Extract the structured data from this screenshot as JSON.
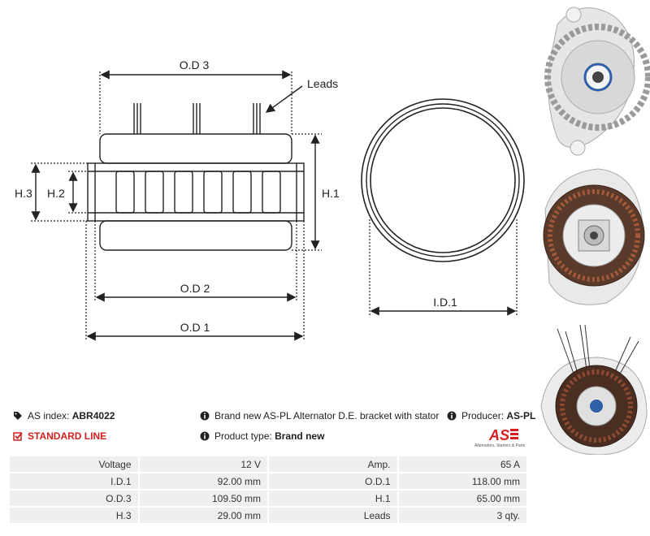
{
  "drawing": {
    "labels": {
      "od3": "O.D 3",
      "leads": "Leads",
      "h3": "H.3",
      "h2": "H.2",
      "h1": "H.1",
      "od2": "O.D 2",
      "od1": "O.D 1",
      "id1": "I.D.1"
    }
  },
  "info": {
    "as_index_label": "AS index:",
    "as_index_value": "ABR4022",
    "standard_line": "STANDARD LINE",
    "description": "Brand new AS-PL Alternator D.E. bracket with stator",
    "product_type_label": "Product type:",
    "product_type_value": "Brand new",
    "producer_label": "Producer:",
    "producer_value": "AS-PL",
    "logo_tagline": "Alternators, Starters & Parts"
  },
  "specs": [
    {
      "label": "Voltage",
      "value": "12 V",
      "label2": "Amp.",
      "value2": "65 A"
    },
    {
      "label": "I.D.1",
      "value": "92.00 mm",
      "label2": "O.D.1",
      "value2": "118.00 mm"
    },
    {
      "label": "O.D.3",
      "value": "109.50 mm",
      "label2": "H.1",
      "value2": "65.00 mm"
    },
    {
      "label": "H.3",
      "value": "29.00 mm",
      "label2": "Leads",
      "value2": "3 qty."
    }
  ],
  "colors": {
    "accent_red": "#d61f1f",
    "table_cell": "#efefef"
  }
}
